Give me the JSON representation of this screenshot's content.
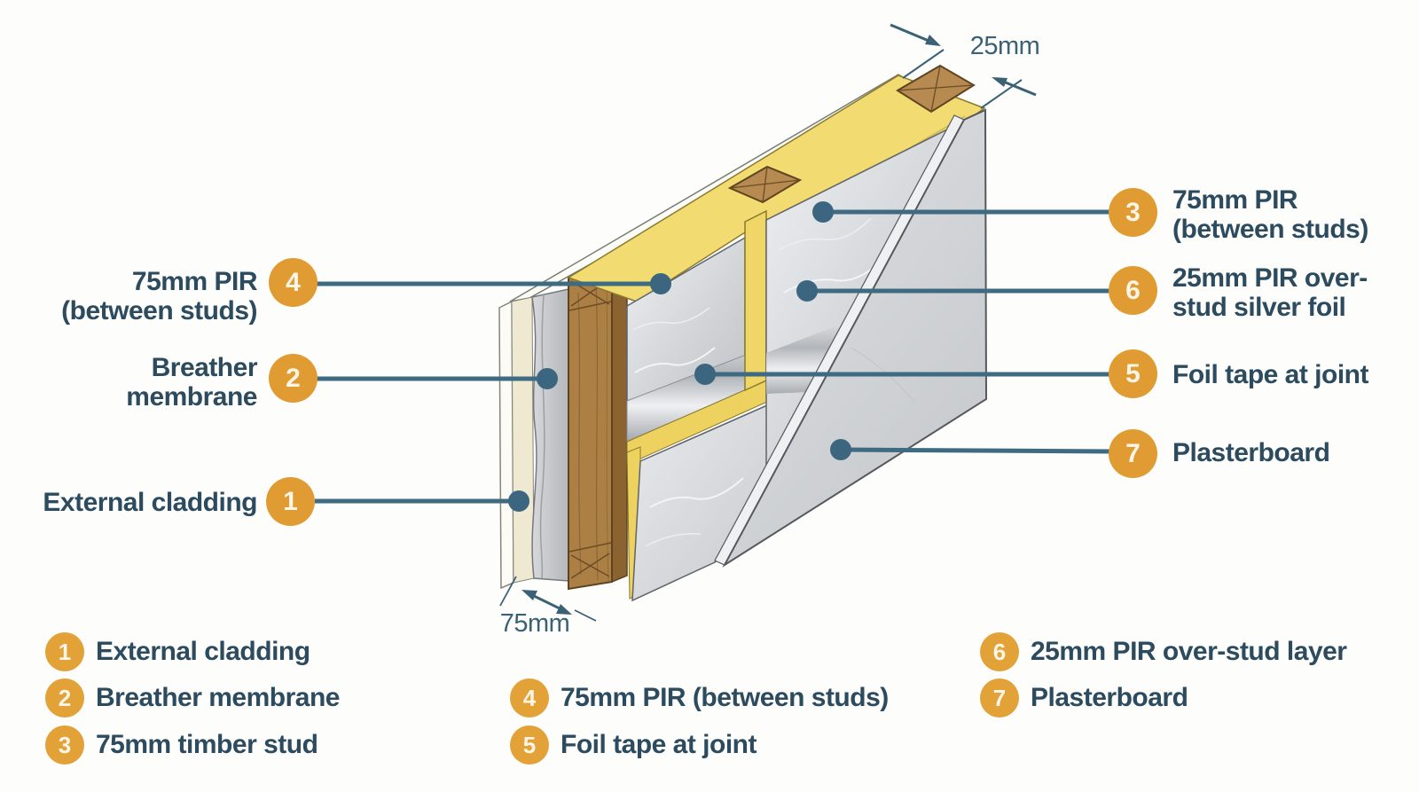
{
  "diagram": {
    "title_hint": "timber frame wall insulation build-up",
    "colors": {
      "accent_orange": "#e09b33",
      "label_text": "#2c4b5e",
      "leader_line": "#3f6b82",
      "dimension": "#3b6175",
      "pir_yellow": "#f2dc72",
      "timber_brown": "#ac8045",
      "foil_grey": "#d5d8db",
      "plasterboard_grey": "#d2d5d8",
      "cladding_cream": "#f0e9d1"
    },
    "dimensions": {
      "top": "25mm",
      "bottom": "75mm"
    },
    "callouts": {
      "left": [
        {
          "number": "4",
          "label": "75mm PIR\n(between studs)"
        },
        {
          "number": "2",
          "label": "Breather\nmembrane"
        },
        {
          "number": "1",
          "label": "External cladding"
        }
      ],
      "right": [
        {
          "number": "3",
          "label": "75mm PIR\n(between studs)"
        },
        {
          "number": "6",
          "label": "25mm PIR over-\nstud silver foil"
        },
        {
          "number": "5",
          "label": "Foil tape at joint"
        },
        {
          "number": "7",
          "label": "Plasterboard"
        }
      ]
    },
    "legend": {
      "items": [
        {
          "number": "1",
          "label": "External cladding"
        },
        {
          "number": "2",
          "label": "Breather membrane"
        },
        {
          "number": "3",
          "label": "75mm timber stud"
        },
        {
          "number": "4",
          "label": "75mm PIR (between studs)"
        },
        {
          "number": "5",
          "label": "Foil tape at joint"
        },
        {
          "number": "6",
          "label": "25mm PIR over-stud layer"
        },
        {
          "number": "7",
          "label": "Plasterboard"
        }
      ]
    }
  }
}
